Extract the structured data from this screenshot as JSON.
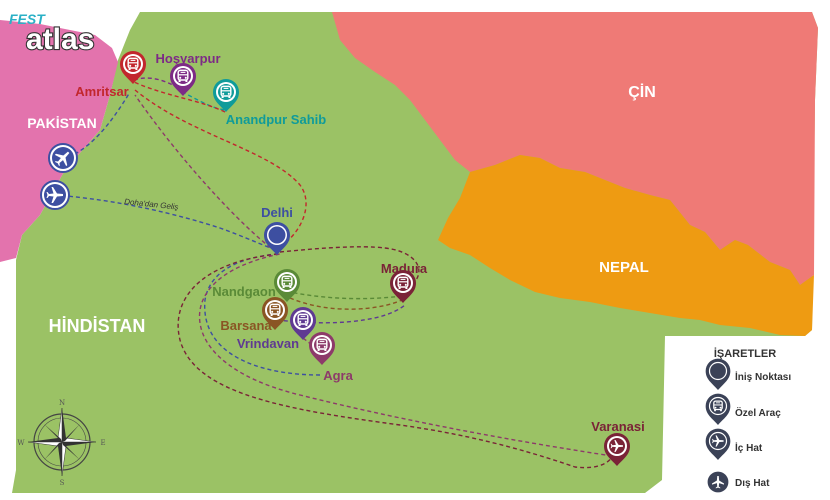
{
  "logo": {
    "line1": "FEST",
    "line2": "atlas"
  },
  "countries": {
    "china": "ÇİN",
    "pakistan": "PAKİSTAN",
    "india": "HİNDİSTAN",
    "nepal": "NEPAL"
  },
  "route_label": "Doha'dan Geliş",
  "colors": {
    "india": "#9bc265",
    "china": "#ef7a76",
    "nepal": "#ee9b12",
    "pakistan": "#e373ad",
    "landing": "#3d4fa1",
    "red": "#c2272d",
    "purple": "#7d2a86",
    "teal": "#0f9b9a",
    "green": "#5a8a37",
    "brown": "#8a5524",
    "violet": "#5f3a92",
    "mauve": "#8d3a6a",
    "maroon": "#7a2337",
    "dark": "#3b4257"
  },
  "cities": {
    "amritsar": "Amritsar",
    "hosyarpur": "Hoşyarpur",
    "anandpur": "Anandpur Sahib",
    "delhi": "Delhi",
    "madura": "Madura",
    "nandgaon": "Nandgaon",
    "barsana": "Barsana",
    "vrindavan": "Vrindavan",
    "agra": "Agra",
    "varanasi": "Varanasi"
  },
  "legend": {
    "title": "İŞARETLER",
    "items": [
      {
        "label": "İniş Noktası",
        "icon": "landing-point-icon"
      },
      {
        "label": "Özel Araç",
        "icon": "private-vehicle-icon"
      },
      {
        "label": "İç Hat",
        "icon": "domestic-flight-icon"
      },
      {
        "label": "Dış Hat",
        "icon": "international-flight-icon"
      }
    ]
  },
  "compass": {
    "n": "N",
    "s": "S",
    "e": "E",
    "w": "W"
  }
}
